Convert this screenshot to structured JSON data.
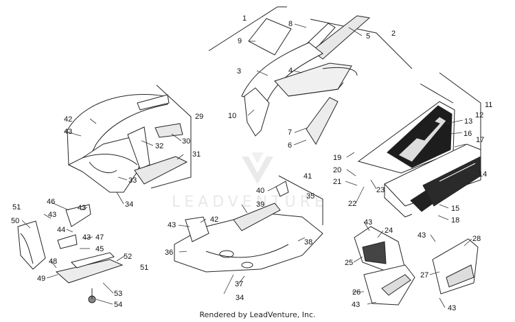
{
  "watermark": {
    "text": "LEADVENTURE"
  },
  "footer": {
    "text": "Rendered by LeadVenture, Inc."
  },
  "callouts": [
    {
      "id": "c1",
      "text": "1"
    },
    {
      "id": "c2",
      "text": "2"
    },
    {
      "id": "c3",
      "text": "3"
    },
    {
      "id": "c4",
      "text": "4"
    },
    {
      "id": "c5",
      "text": "5"
    },
    {
      "id": "c6",
      "text": "6"
    },
    {
      "id": "c7",
      "text": "7"
    },
    {
      "id": "c8",
      "text": "8"
    },
    {
      "id": "c9",
      "text": "9"
    },
    {
      "id": "c10",
      "text": "10"
    },
    {
      "id": "c11",
      "text": "11"
    },
    {
      "id": "c12",
      "text": "12"
    },
    {
      "id": "c13",
      "text": "13"
    },
    {
      "id": "c14",
      "text": "14"
    },
    {
      "id": "c15",
      "text": "15"
    },
    {
      "id": "c16",
      "text": "16"
    },
    {
      "id": "c17",
      "text": "17"
    },
    {
      "id": "c18",
      "text": "18"
    },
    {
      "id": "c19",
      "text": "19"
    },
    {
      "id": "c20",
      "text": "20"
    },
    {
      "id": "c21",
      "text": "21"
    },
    {
      "id": "c22",
      "text": "22"
    },
    {
      "id": "c23",
      "text": "23"
    },
    {
      "id": "c24",
      "text": "24"
    },
    {
      "id": "c25",
      "text": "25"
    },
    {
      "id": "c26",
      "text": "26"
    },
    {
      "id": "c27",
      "text": "27"
    },
    {
      "id": "c28",
      "text": "28"
    },
    {
      "id": "c29",
      "text": "29"
    },
    {
      "id": "c30",
      "text": "30"
    },
    {
      "id": "c31",
      "text": "31"
    },
    {
      "id": "c32",
      "text": "32"
    },
    {
      "id": "c33",
      "text": "33"
    },
    {
      "id": "c34a",
      "text": "34"
    },
    {
      "id": "c34b",
      "text": "34"
    },
    {
      "id": "c35",
      "text": "35"
    },
    {
      "id": "c36",
      "text": "36"
    },
    {
      "id": "c37",
      "text": "37"
    },
    {
      "id": "c38",
      "text": "38"
    },
    {
      "id": "c39",
      "text": "39"
    },
    {
      "id": "c40",
      "text": "40"
    },
    {
      "id": "c41",
      "text": "41"
    },
    {
      "id": "c42a",
      "text": "42"
    },
    {
      "id": "c42b",
      "text": "42"
    },
    {
      "id": "c43a",
      "text": "43"
    },
    {
      "id": "c43b",
      "text": "43"
    },
    {
      "id": "c43c",
      "text": "43"
    },
    {
      "id": "c43d",
      "text": "43"
    },
    {
      "id": "c43e",
      "text": "43"
    },
    {
      "id": "c43f",
      "text": "43"
    },
    {
      "id": "c43g",
      "text": "43"
    },
    {
      "id": "c43h",
      "text": "43"
    },
    {
      "id": "c43i",
      "text": "43"
    },
    {
      "id": "c44",
      "text": "44"
    },
    {
      "id": "c45",
      "text": "45"
    },
    {
      "id": "c46",
      "text": "46"
    },
    {
      "id": "c47",
      "text": "47"
    },
    {
      "id": "c48",
      "text": "48"
    },
    {
      "id": "c49",
      "text": "49"
    },
    {
      "id": "c50",
      "text": "50"
    },
    {
      "id": "c51a",
      "text": "51"
    },
    {
      "id": "c51b",
      "text": "51"
    },
    {
      "id": "c52",
      "text": "52"
    },
    {
      "id": "c53",
      "text": "53"
    },
    {
      "id": "c54",
      "text": "54"
    }
  ]
}
